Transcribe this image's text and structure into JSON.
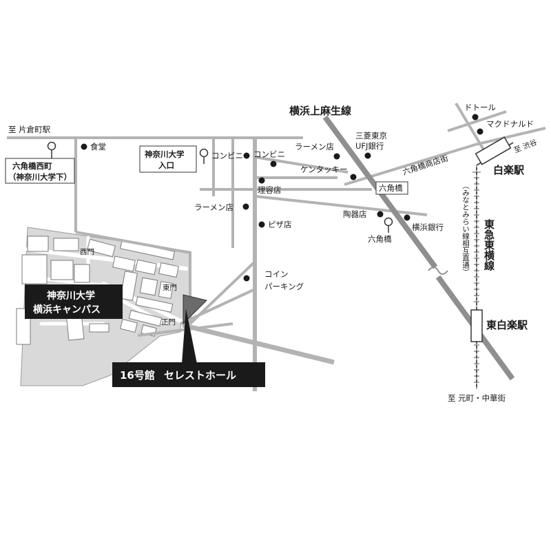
{
  "roads": {
    "to_katakuramachi": "至 片倉町駅",
    "to_shibuya": "至 渋谷",
    "to_motomachi": "至 元町・中華街",
    "rokkakubashi_shotengai": "六角橋商店街"
  },
  "rail": {
    "kamiasao_line": "横浜上麻生線",
    "toyoko_line": "東急東横線",
    "minatomirai_note": "（みなとみらい線相互直通）"
  },
  "stations": {
    "hakuraku": "白楽駅",
    "higashi_hakuraku": "東白楽駅"
  },
  "bus_stops": {
    "rokkakubashi_nishimachi_line1": "六角橋西町",
    "rokkakubashi_nishimachi_line2": "（神奈川大学下）",
    "kanagawa_univ_line1": "神奈川大学",
    "kanagawa_univ_line2": "入口",
    "rokkakubashi": "六角橋"
  },
  "landmarks": {
    "cafeteria": "食堂",
    "convenience1": "コンビニ",
    "convenience2": "コンビニ",
    "ramen1": "ラーメン店",
    "ramen2": "ラーメン店",
    "barber": "理容店",
    "pizza": "ピザ店",
    "coin_parking_line1": "コイン",
    "coin_parking_line2": "パーキング",
    "kfc": "ケンタッキー",
    "mufg_line1": "三菱東京",
    "mufg_line2": "UFJ銀行",
    "pottery": "陶器店",
    "yokohama_bank": "横浜銀行",
    "doutor": "ドトール",
    "mcdonalds": "マクドナルド",
    "rokkakubashi_crossing": "六角橋"
  },
  "campus": {
    "name_line1": "神奈川大学",
    "name_line2": "横浜キャンパス",
    "west_gate": "西門",
    "east_gate": "東門",
    "main_gate": "正門"
  },
  "hall": {
    "number": "16号館",
    "name": "セレストホール"
  }
}
